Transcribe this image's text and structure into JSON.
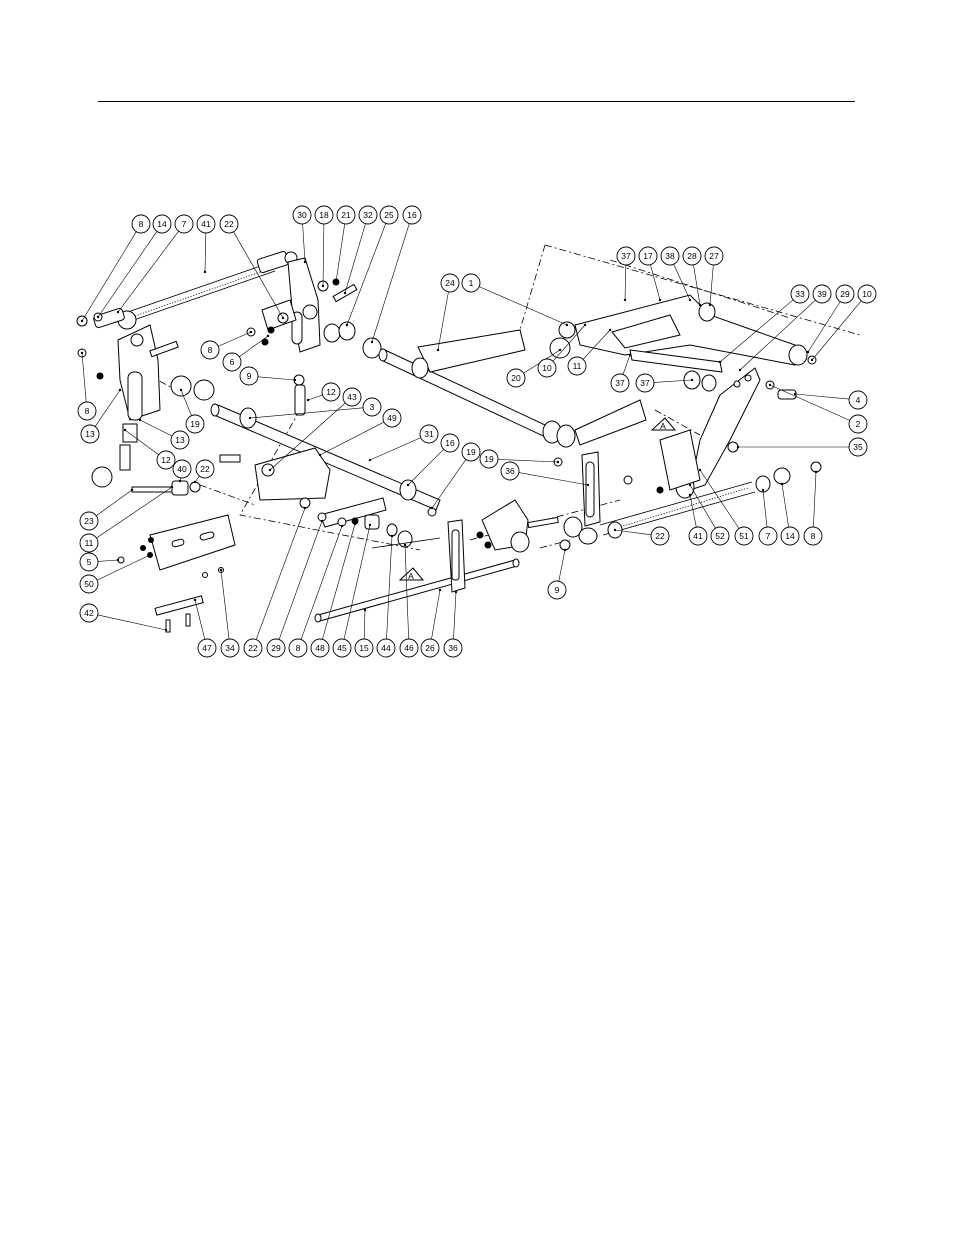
{
  "diagram": {
    "callouts": [
      {
        "id": "c1",
        "label": "8"
      },
      {
        "id": "c2",
        "label": "14"
      },
      {
        "id": "c3",
        "label": "7"
      },
      {
        "id": "c4",
        "label": "41"
      },
      {
        "id": "c5",
        "label": "22"
      },
      {
        "id": "c6",
        "label": "30"
      },
      {
        "id": "c7",
        "label": "18"
      },
      {
        "id": "c8",
        "label": "21"
      },
      {
        "id": "c9",
        "label": "32"
      },
      {
        "id": "c10",
        "label": "25"
      },
      {
        "id": "c11",
        "label": "16"
      },
      {
        "id": "c12",
        "label": "37"
      },
      {
        "id": "c13",
        "label": "17"
      },
      {
        "id": "c14",
        "label": "38"
      },
      {
        "id": "c15",
        "label": "28"
      },
      {
        "id": "c16",
        "label": "27"
      },
      {
        "id": "c17",
        "label": "24"
      },
      {
        "id": "c18",
        "label": "1"
      },
      {
        "id": "c19",
        "label": "33"
      },
      {
        "id": "c20",
        "label": "39"
      },
      {
        "id": "c21",
        "label": "29"
      },
      {
        "id": "c22",
        "label": "10"
      },
      {
        "id": "c23",
        "label": "8"
      },
      {
        "id": "c24",
        "label": "6"
      },
      {
        "id": "c25",
        "label": "20"
      },
      {
        "id": "c26",
        "label": "10"
      },
      {
        "id": "c27",
        "label": "11"
      },
      {
        "id": "c28",
        "label": "8"
      },
      {
        "id": "c29",
        "label": "9"
      },
      {
        "id": "c30",
        "label": "12"
      },
      {
        "id": "c31",
        "label": "37"
      },
      {
        "id": "c32",
        "label": "37"
      },
      {
        "id": "c33",
        "label": "4"
      },
      {
        "id": "c34",
        "label": "13"
      },
      {
        "id": "c35",
        "label": "19"
      },
      {
        "id": "c36",
        "label": "43"
      },
      {
        "id": "c37",
        "label": "3"
      },
      {
        "id": "c38",
        "label": "13"
      },
      {
        "id": "c39",
        "label": "2"
      },
      {
        "id": "c40",
        "label": "49"
      },
      {
        "id": "c41",
        "label": "31"
      },
      {
        "id": "c42",
        "label": "16"
      },
      {
        "id": "c43",
        "label": "35"
      },
      {
        "id": "c44",
        "label": "12"
      },
      {
        "id": "c45",
        "label": "19"
      },
      {
        "id": "c46",
        "label": "19"
      },
      {
        "id": "c47",
        "label": "36"
      },
      {
        "id": "c48",
        "label": "40"
      },
      {
        "id": "c49",
        "label": "22"
      },
      {
        "id": "c50",
        "label": "23"
      },
      {
        "id": "c51",
        "label": "11"
      },
      {
        "id": "c52",
        "label": "22"
      },
      {
        "id": "c53",
        "label": "41"
      },
      {
        "id": "c54",
        "label": "52"
      },
      {
        "id": "c55",
        "label": "51"
      },
      {
        "id": "c56",
        "label": "7"
      },
      {
        "id": "c57",
        "label": "14"
      },
      {
        "id": "c58",
        "label": "8"
      },
      {
        "id": "c59",
        "label": "5"
      },
      {
        "id": "c60",
        "label": "50"
      },
      {
        "id": "c61",
        "label": "9"
      },
      {
        "id": "c62",
        "label": "42"
      },
      {
        "id": "c63",
        "label": "47"
      },
      {
        "id": "c64",
        "label": "34"
      },
      {
        "id": "c65",
        "label": "22"
      },
      {
        "id": "c66",
        "label": "29"
      },
      {
        "id": "c67",
        "label": "8"
      },
      {
        "id": "c68",
        "label": "48"
      },
      {
        "id": "c69",
        "label": "45"
      },
      {
        "id": "c70",
        "label": "15"
      },
      {
        "id": "c71",
        "label": "44"
      },
      {
        "id": "c72",
        "label": "46"
      },
      {
        "id": "c73",
        "label": "26"
      },
      {
        "id": "c74",
        "label": "36"
      }
    ],
    "detail_flags": [
      {
        "id": "f1",
        "label": "A"
      },
      {
        "id": "f2",
        "label": "A"
      }
    ]
  }
}
